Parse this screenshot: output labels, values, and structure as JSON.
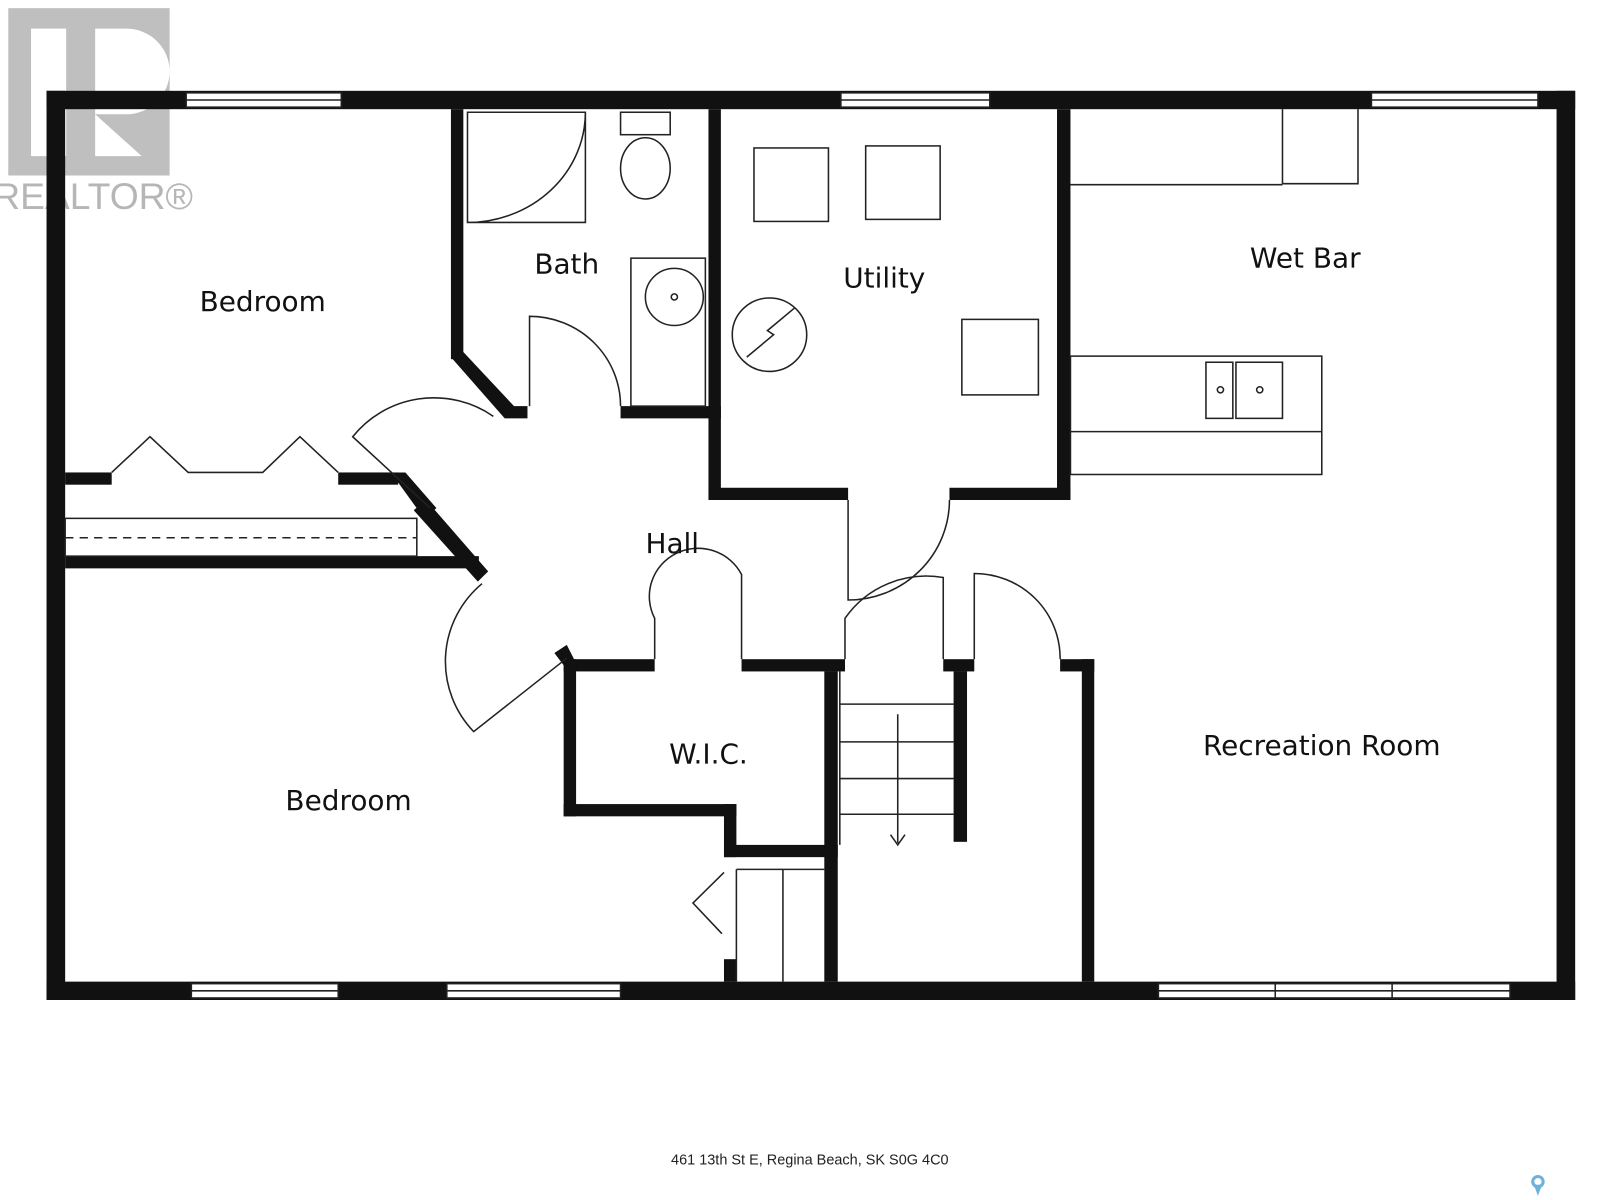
{
  "logo": {
    "text": "REALTOR®"
  },
  "rooms": {
    "bedroom_top": "Bedroom",
    "bath": "Bath",
    "utility": "Utility",
    "wet_bar": "Wet Bar",
    "hall": "Hall",
    "wic": "W.I.C.",
    "bedroom_bottom": "Bedroom",
    "recreation": "Recreation Room"
  },
  "footer": {
    "address": "461 13th St E, Regina Beach, SK S0G 4C0",
    "pin_icon": "map-pin-icon",
    "pin_color": "#6bb3dc"
  },
  "colors": {
    "wall": "#111111",
    "logo": "#b4b4b4"
  }
}
